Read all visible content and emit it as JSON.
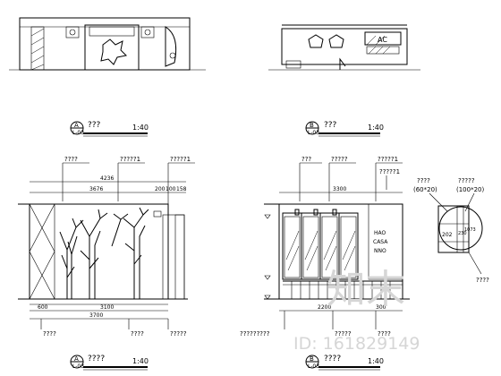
{
  "titles": {
    "plan_a": {
      "letter": "A",
      "name": "???",
      "scale": "1:40",
      "ref": "L-03"
    },
    "plan_b": {
      "letter": "B",
      "name": "???",
      "scale": "1:40",
      "ref": "L-03"
    },
    "elev_a": {
      "letter": "A",
      "name": "????",
      "scale": "1:40",
      "ref": "L-03"
    },
    "elev_b": {
      "letter": "B",
      "name": "????",
      "scale": "1:40",
      "ref": "L-03"
    }
  },
  "plan_b_label": "AC",
  "elev_a": {
    "top_labels": [
      "????",
      "?????1",
      "?????1"
    ],
    "dims_top": [
      "4236",
      "3676",
      "200",
      "100",
      "158"
    ],
    "dims_bottom": [
      "600",
      "3100",
      "3700"
    ],
    "bottom_labels": [
      "????",
      "????",
      "?????"
    ]
  },
  "elev_b": {
    "top_labels": [
      "???",
      "?????",
      "?????1"
    ],
    "dims_top": [
      "3300"
    ],
    "dims_bottom": [
      "2200",
      "300"
    ],
    "bottom_labels": [
      "?????????",
      "?????",
      "????"
    ],
    "side_label": "?????1",
    "sign_text": [
      "HAO",
      "CASA",
      "NNO"
    ]
  },
  "detail": {
    "labels": [
      "????",
      "(60*20)",
      "?????",
      "(100*20)",
      "????"
    ],
    "dims": [
      "202",
      "230",
      "1073"
    ]
  },
  "watermark": {
    "logo": "知末",
    "id": "ID: 161829149"
  }
}
